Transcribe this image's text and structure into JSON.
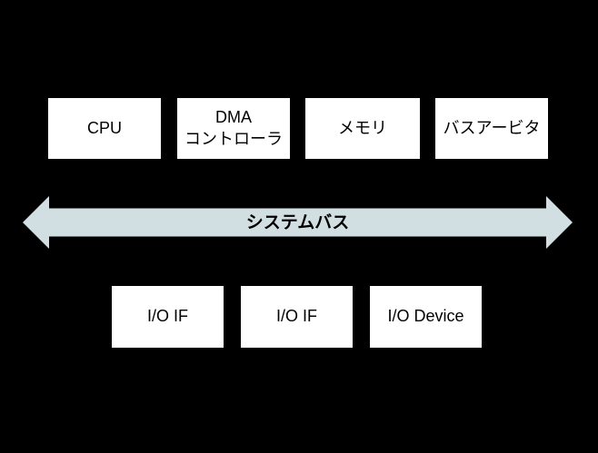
{
  "diagram": {
    "top_row": [
      {
        "name": "cpu",
        "lines": [
          "CPU"
        ]
      },
      {
        "name": "dma-controller",
        "lines": [
          "DMA",
          "コントローラ"
        ]
      },
      {
        "name": "memory",
        "lines": [
          "メモリ"
        ]
      },
      {
        "name": "bus-arbiter",
        "lines": [
          "バスアービタ"
        ]
      }
    ],
    "bus": {
      "label": "システムバス"
    },
    "bottom_row": [
      {
        "name": "io-if-1",
        "lines": [
          "I/O IF"
        ]
      },
      {
        "name": "io-if-2",
        "lines": [
          "I/O IF"
        ]
      },
      {
        "name": "io-device",
        "lines": [
          "I/O Device"
        ]
      }
    ]
  },
  "colors": {
    "background": "#000000",
    "box_fill": "#ffffff",
    "box_text": "#000000",
    "bus_fill": "#d2dfe2",
    "bus_label_text": "#000000"
  }
}
